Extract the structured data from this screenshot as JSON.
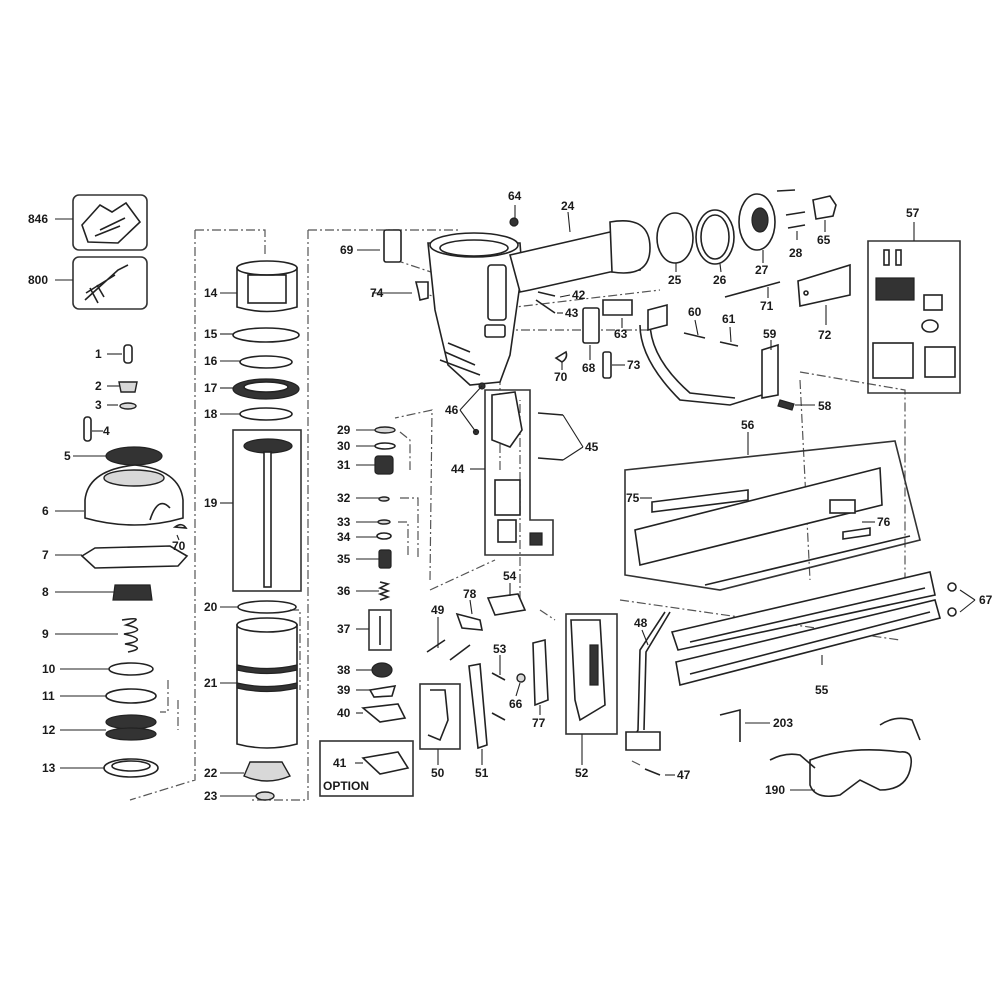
{
  "diagram": {
    "type": "exploded-parts-diagram",
    "subject": "pneumatic nailer",
    "option_label": "OPTION",
    "callouts": {
      "p846": "846",
      "p800": "800",
      "p1": "1",
      "p2": "2",
      "p3": "3",
      "p4": "4",
      "p5": "5",
      "p6": "6",
      "p7": "7",
      "p70a": "70",
      "p8": "8",
      "p9": "9",
      "p10": "10",
      "p11": "11",
      "p12": "12",
      "p13": "13",
      "p14": "14",
      "p15": "15",
      "p16": "16",
      "p17": "17",
      "p18": "18",
      "p19": "19",
      "p20": "20",
      "p21": "21",
      "p22": "22",
      "p23": "23",
      "p24": "24",
      "p64": "64",
      "p69": "69",
      "p74": "74",
      "p42": "42",
      "p43": "43",
      "p63": "63",
      "p68": "68",
      "p70b": "70",
      "p73": "73",
      "p25": "25",
      "p26": "26",
      "p27": "27",
      "p28": "28",
      "p65": "65",
      "p71": "71",
      "p72": "72",
      "p60": "60",
      "p61": "61",
      "p59": "59",
      "p58": "58",
      "p57": "57",
      "p29": "29",
      "p30": "30",
      "p31": "31",
      "p32": "32",
      "p33": "33",
      "p34": "34",
      "p35": "35",
      "p36": "36",
      "p37": "37",
      "p38": "38",
      "p39": "39",
      "p40": "40",
      "p41": "41",
      "p44": "44",
      "p45": "45",
      "p46": "46",
      "p49": "49",
      "p78": "78",
      "p54": "54",
      "p53": "53",
      "p66": "66",
      "p77": "77",
      "p50": "50",
      "p51": "51",
      "p52": "52",
      "p48": "48",
      "p47": "47",
      "p56": "56",
      "p75": "75",
      "p76": "76",
      "p55": "55",
      "p67": "67",
      "p203": "203",
      "p190": "190"
    }
  }
}
